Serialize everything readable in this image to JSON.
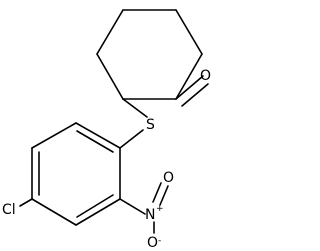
{
  "molecule": {
    "atoms": {
      "sulfur": "S",
      "oxygen_ketone": "O",
      "chlorine": "Cl",
      "nitrogen": "N",
      "oxygen_nitro_top": "O",
      "oxygen_nitro_bottom": "O"
    },
    "charges": {
      "nitrogen": "+",
      "oxygen_nitro_bottom": "-"
    }
  }
}
